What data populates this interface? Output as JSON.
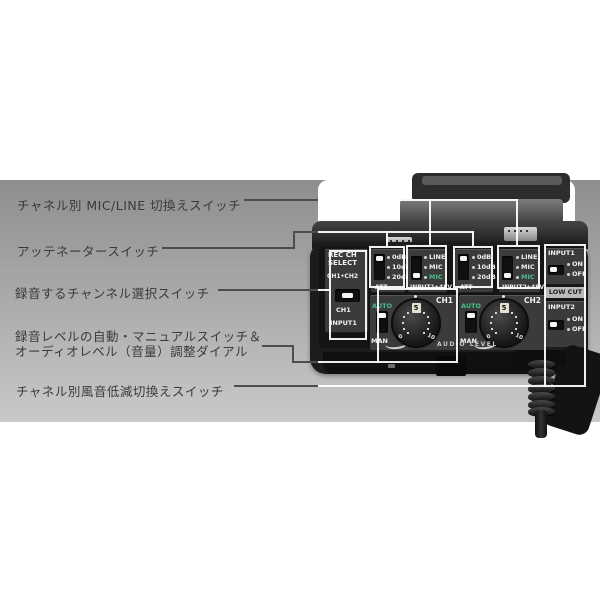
{
  "colors": {
    "accent_green": "#45c08a",
    "band_top": "#8e8e8e",
    "band_bottom": "#c9c9c9",
    "callout_white": "#ffffff",
    "callout_dark": "#4d4d4d"
  },
  "callouts": {
    "mic_line": {
      "label": "チャネル別 MIC/LINE 切換えスイッチ"
    },
    "attenuator": {
      "label": "アッテネータースイッチ"
    },
    "rec_channel": {
      "label": "録音するチャンネル選択スイッチ"
    },
    "level_line1": {
      "label": "録音レベルの自動・マニュアルスイッチ＆"
    },
    "level_line2": {
      "label": "オーディオレベル（音量）調整ダイアル"
    },
    "wind": {
      "label": "チャネル別風音低減切換えスイッチ"
    }
  },
  "device": {
    "rec_ch_select": {
      "title_line1": "REC CH",
      "title_line2": "SELECT",
      "option_top": "CH1•CH2",
      "option_bottom": "CH1",
      "footer": "INPUT1"
    },
    "att_options": [
      "0dB",
      "10dB",
      "20dB"
    ],
    "att_label": "ATT",
    "input_options": [
      "LINE",
      "MIC",
      "MIC"
    ],
    "phantom": "+48V",
    "input1_footer": "INPUT1",
    "input2_footer": "INPUT2",
    "ch1": {
      "label": "CH1",
      "auto": "AUTO",
      "man": "MAN",
      "dial_min": "0",
      "dial_val": "5",
      "dial_max": "10"
    },
    "ch2": {
      "label": "CH2",
      "auto": "AUTO",
      "man": "MAN",
      "dial_min": "0",
      "dial_val": "5",
      "dial_max": "10"
    },
    "input1_onoff": {
      "label": "INPUT1",
      "on": "ON",
      "off": "OFF"
    },
    "low_cut": "LOW CUT",
    "input2_onoff": {
      "label": "INPUT2",
      "on": "ON",
      "off": "OFF"
    },
    "audio_level": "AUDIO LEVEL"
  }
}
